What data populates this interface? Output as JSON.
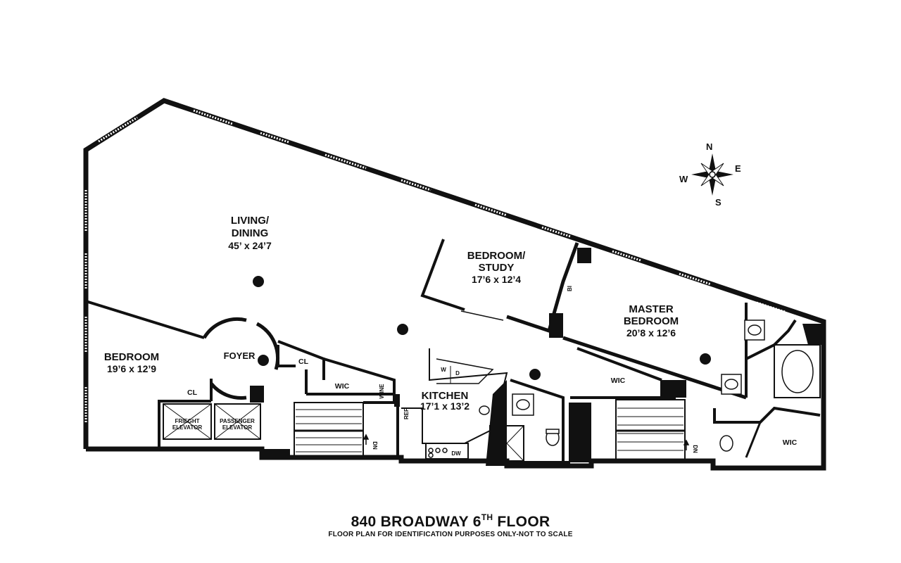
{
  "rooms": {
    "living": {
      "line1": "LIVING/",
      "line2": "DINING",
      "dims": "45’ x 24’7"
    },
    "bedroom_study": {
      "line1": "BEDROOM/",
      "line2": "STUDY",
      "dims": "17’6 x 12’4"
    },
    "master": {
      "line1": "MASTER",
      "line2": "BEDROOM",
      "dims": "20’8 x 12’6"
    },
    "bedroom": {
      "line1": "BEDROOM",
      "dims": "19’6 x 12’9"
    },
    "kitchen": {
      "line1": "KITCHEN",
      "dims": "17’1 x 13’2"
    },
    "foyer": "FOYER"
  },
  "fixtures": {
    "cl": "CL",
    "wic": "WIC",
    "bi": "BI",
    "wine": "WINE",
    "ref": "REF",
    "dw": "DW",
    "w": "W",
    "d": "D",
    "dn": "DN",
    "freight_1": "FRIEGHT",
    "freight_2": "ELEVATOR",
    "passenger_1": "PASSENGER",
    "passenger_2": "ELEVATOR"
  },
  "compass": {
    "n": "N",
    "e": "E",
    "s": "S",
    "w": "W"
  },
  "footer": {
    "title_main": "840 BROADWAY 6",
    "title_sup": "TH",
    "title_end": " FLOOR",
    "subtitle": "FLOOR PLAN FOR IDENTIFICATION PURPOSES ONLY-NOT TO SCALE"
  }
}
